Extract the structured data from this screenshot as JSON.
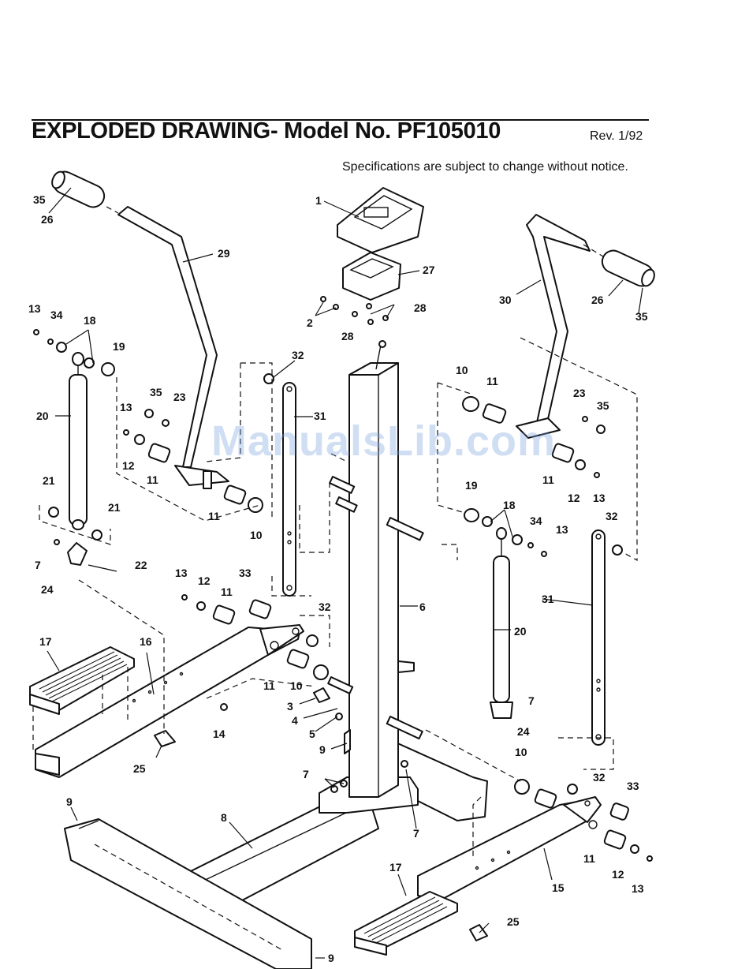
{
  "header": {
    "title": "EXPLODED DRAWING- Model No. PF105010",
    "revision": "Rev. 1/92",
    "notice": "Specifications are subject to change without notice."
  },
  "watermark": "ManualsLib.com",
  "callouts": {
    "c1": "1",
    "c2": "2",
    "c3": "3",
    "c4": "4",
    "c5": "5",
    "c6": "6",
    "c7a": "7",
    "c7b": "7",
    "c7c": "7",
    "c7d": "7",
    "c8": "8",
    "c9a": "9",
    "c9b": "9",
    "c9c": "9",
    "c10a": "10",
    "c10b": "10",
    "c10c": "10",
    "c10d": "10",
    "c11a": "11",
    "c11b": "11",
    "c11c": "11",
    "c11d": "11",
    "c11e": "11",
    "c11f": "11",
    "c11g": "11",
    "c12a": "12",
    "c12b": "12",
    "c12c": "12",
    "c12d": "12",
    "c13a": "13",
    "c13b": "13",
    "c13c": "13",
    "c13d": "13",
    "c13e": "13",
    "c13f": "13",
    "c14": "14",
    "c15": "15",
    "c16": "16",
    "c17a": "17",
    "c17b": "17",
    "c18a": "18",
    "c18b": "18",
    "c19a": "19",
    "c19b": "19",
    "c20a": "20",
    "c20b": "20",
    "c21a": "21",
    "c21b": "21",
    "c22": "22",
    "c23a": "23",
    "c23b": "23",
    "c24a": "24",
    "c24b": "24",
    "c25a": "25",
    "c25b": "25",
    "c26a": "26",
    "c26b": "26",
    "c27": "27",
    "c28a": "28",
    "c28b": "28",
    "c29": "29",
    "c30": "30",
    "c31a": "31",
    "c31b": "31",
    "c32a": "32",
    "c32b": "32",
    "c32c": "32",
    "c32d": "32",
    "c33a": "33",
    "c33b": "33",
    "c34a": "34",
    "c34b": "34",
    "c35a": "35",
    "c35b": "35",
    "c35c": "35",
    "c35d": "35"
  }
}
